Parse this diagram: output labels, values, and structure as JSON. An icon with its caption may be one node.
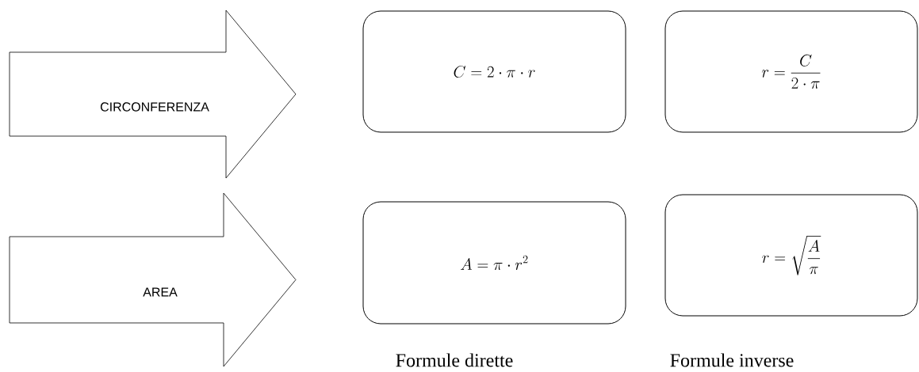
{
  "diagram": {
    "nodes": [
      {
        "text": [
          "CIRCONFERENZA"
        ]
      },
      {
        "text": [
          "C = 2 \\cdot \\pi \\cdot r"
        ]
      },
      {
        "text": [
          "r = \\frac{C}{2 \\cdot \\pi}"
        ]
      },
      {
        "text": [
          "AREA"
        ]
      },
      {
        "text": [
          "A = \\pi \\cdot r^{2}"
        ]
      },
      {
        "text": [
          "r = \\sqrt{\\frac{A}{\\pi}}"
        ]
      }
    ],
    "labels": [
      "Formule dirette",
      "Formule inverse"
    ]
  }
}
